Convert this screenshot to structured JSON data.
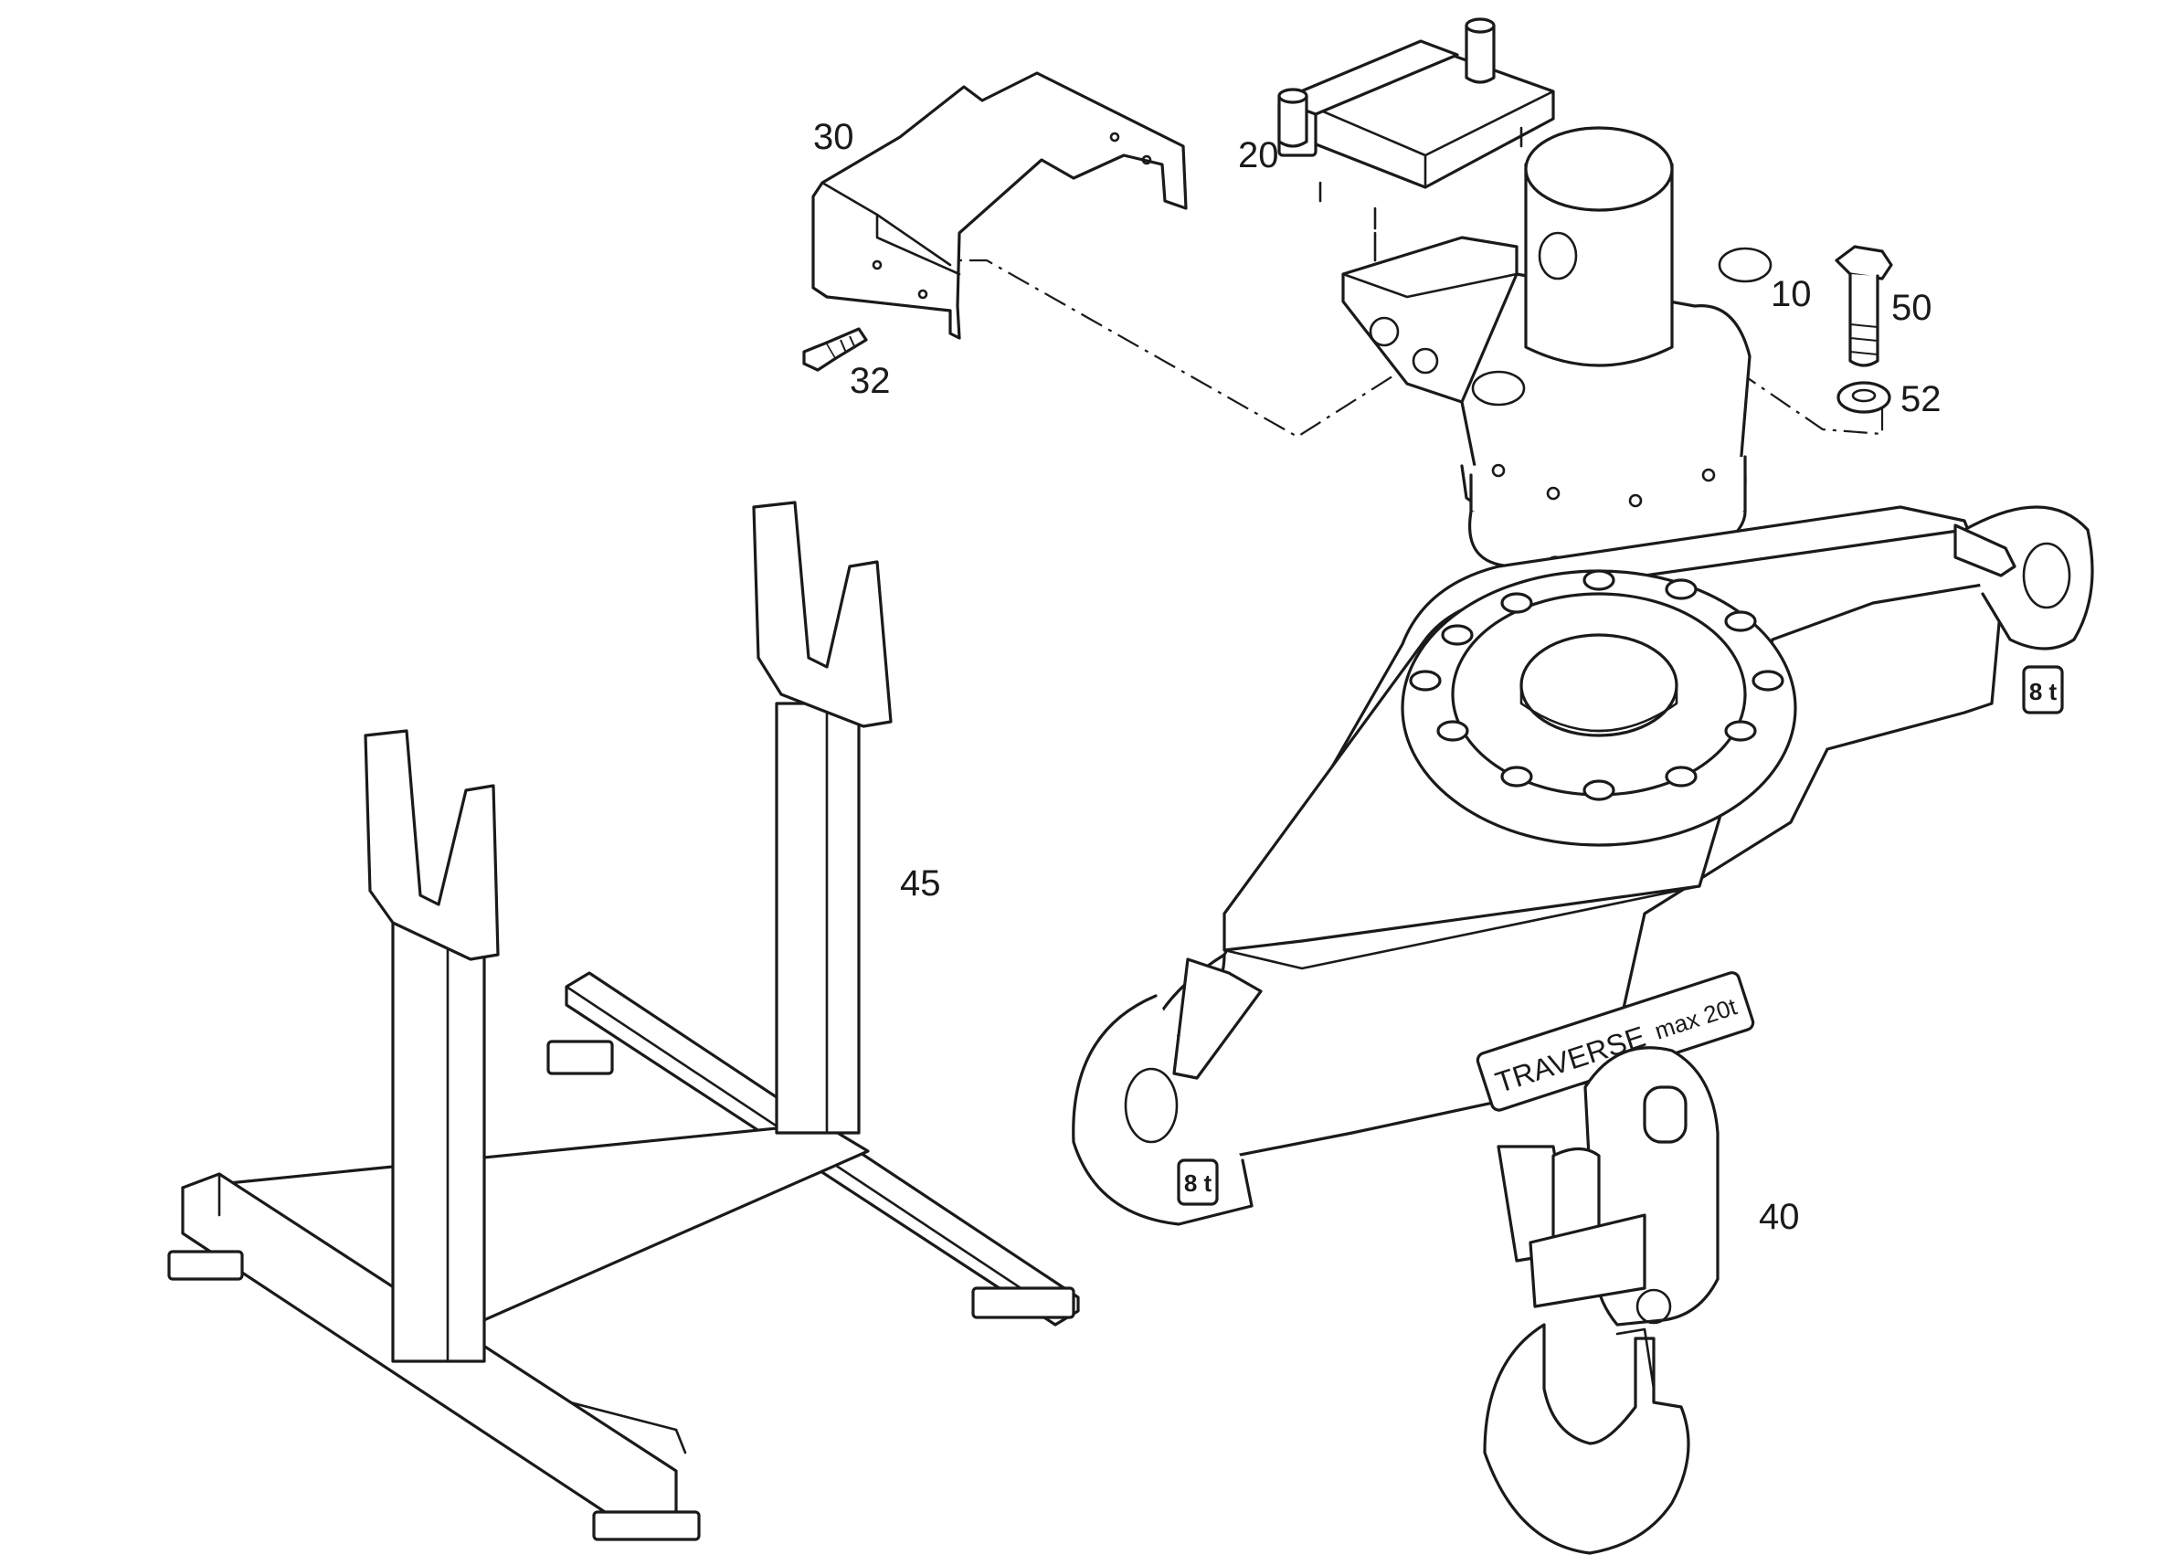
{
  "callouts": {
    "c10": "10",
    "c20": "20",
    "c30": "30",
    "c32": "32",
    "c40": "40",
    "c45": "45",
    "c50": "50",
    "c52": "52"
  },
  "nameplate": {
    "word": "TRAVERSE",
    "capacity": "max 20t"
  },
  "load_badge": "8 t"
}
